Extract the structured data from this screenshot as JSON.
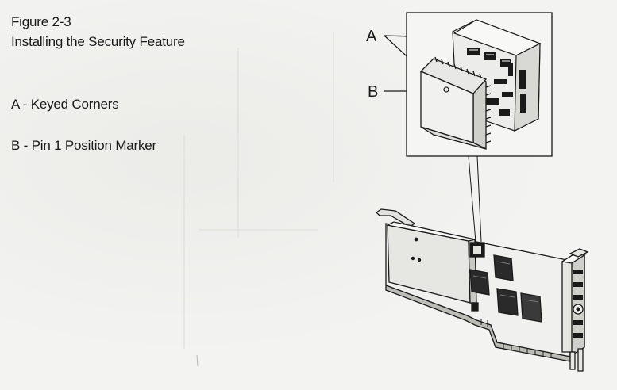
{
  "figure": {
    "number": "Figure 2-3",
    "caption": "Installing the Security Feature"
  },
  "legend": {
    "a": "A - Keyed Corners",
    "b": "B - Pin 1 Position Marker"
  },
  "callouts": {
    "a": "A",
    "b": "B"
  }
}
